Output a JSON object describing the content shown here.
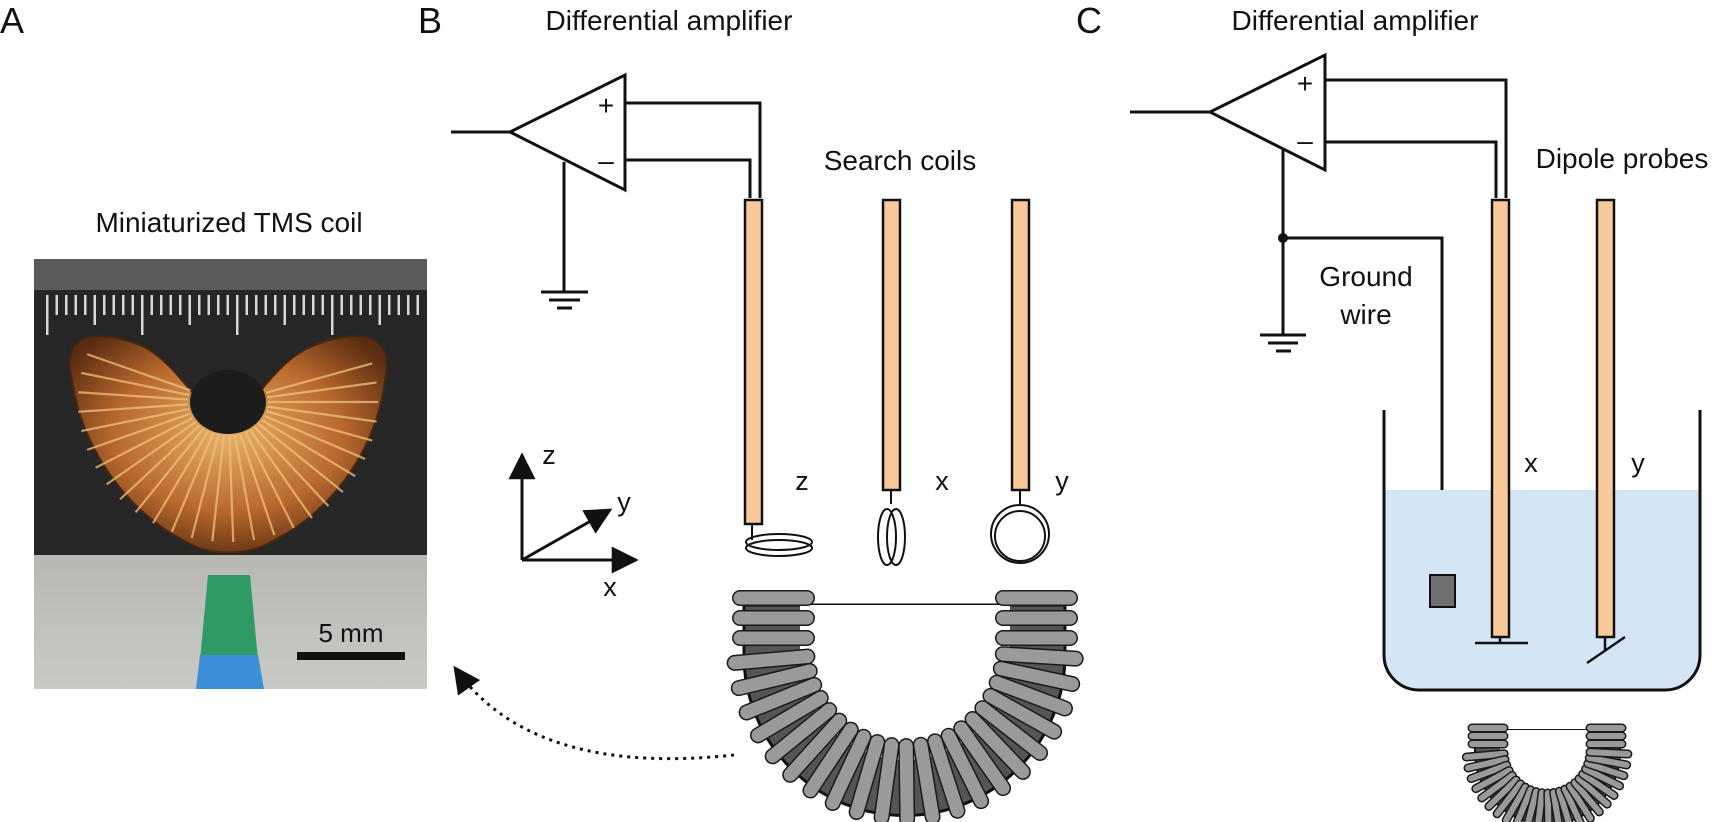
{
  "panels": {
    "a": {
      "letter": "A",
      "title": "Miniaturized TMS coil",
      "scale_label": "5 mm"
    },
    "b": {
      "letter": "B",
      "amp_title": "Differential amplifier",
      "plus": "+",
      "minus": "–",
      "coils_title": "Search coils",
      "coil_labels": [
        "z",
        "x",
        "y"
      ],
      "axes": {
        "z": "z",
        "y": "y",
        "x": "x"
      }
    },
    "c": {
      "letter": "C",
      "amp_title": "Differential amplifier",
      "plus": "+",
      "minus": "–",
      "probes_title": "Dipole probes",
      "ground_wire": [
        "Ground",
        "wire"
      ],
      "probe_labels": [
        "x",
        "y"
      ]
    }
  },
  "colors": {
    "probe": "#f8c99a",
    "water": "#d4e6f6",
    "coil_dark": "#555555",
    "coil_light": "#9a9a9a",
    "copper": "#c4773a",
    "photo_bg": "#2a2a2a"
  }
}
